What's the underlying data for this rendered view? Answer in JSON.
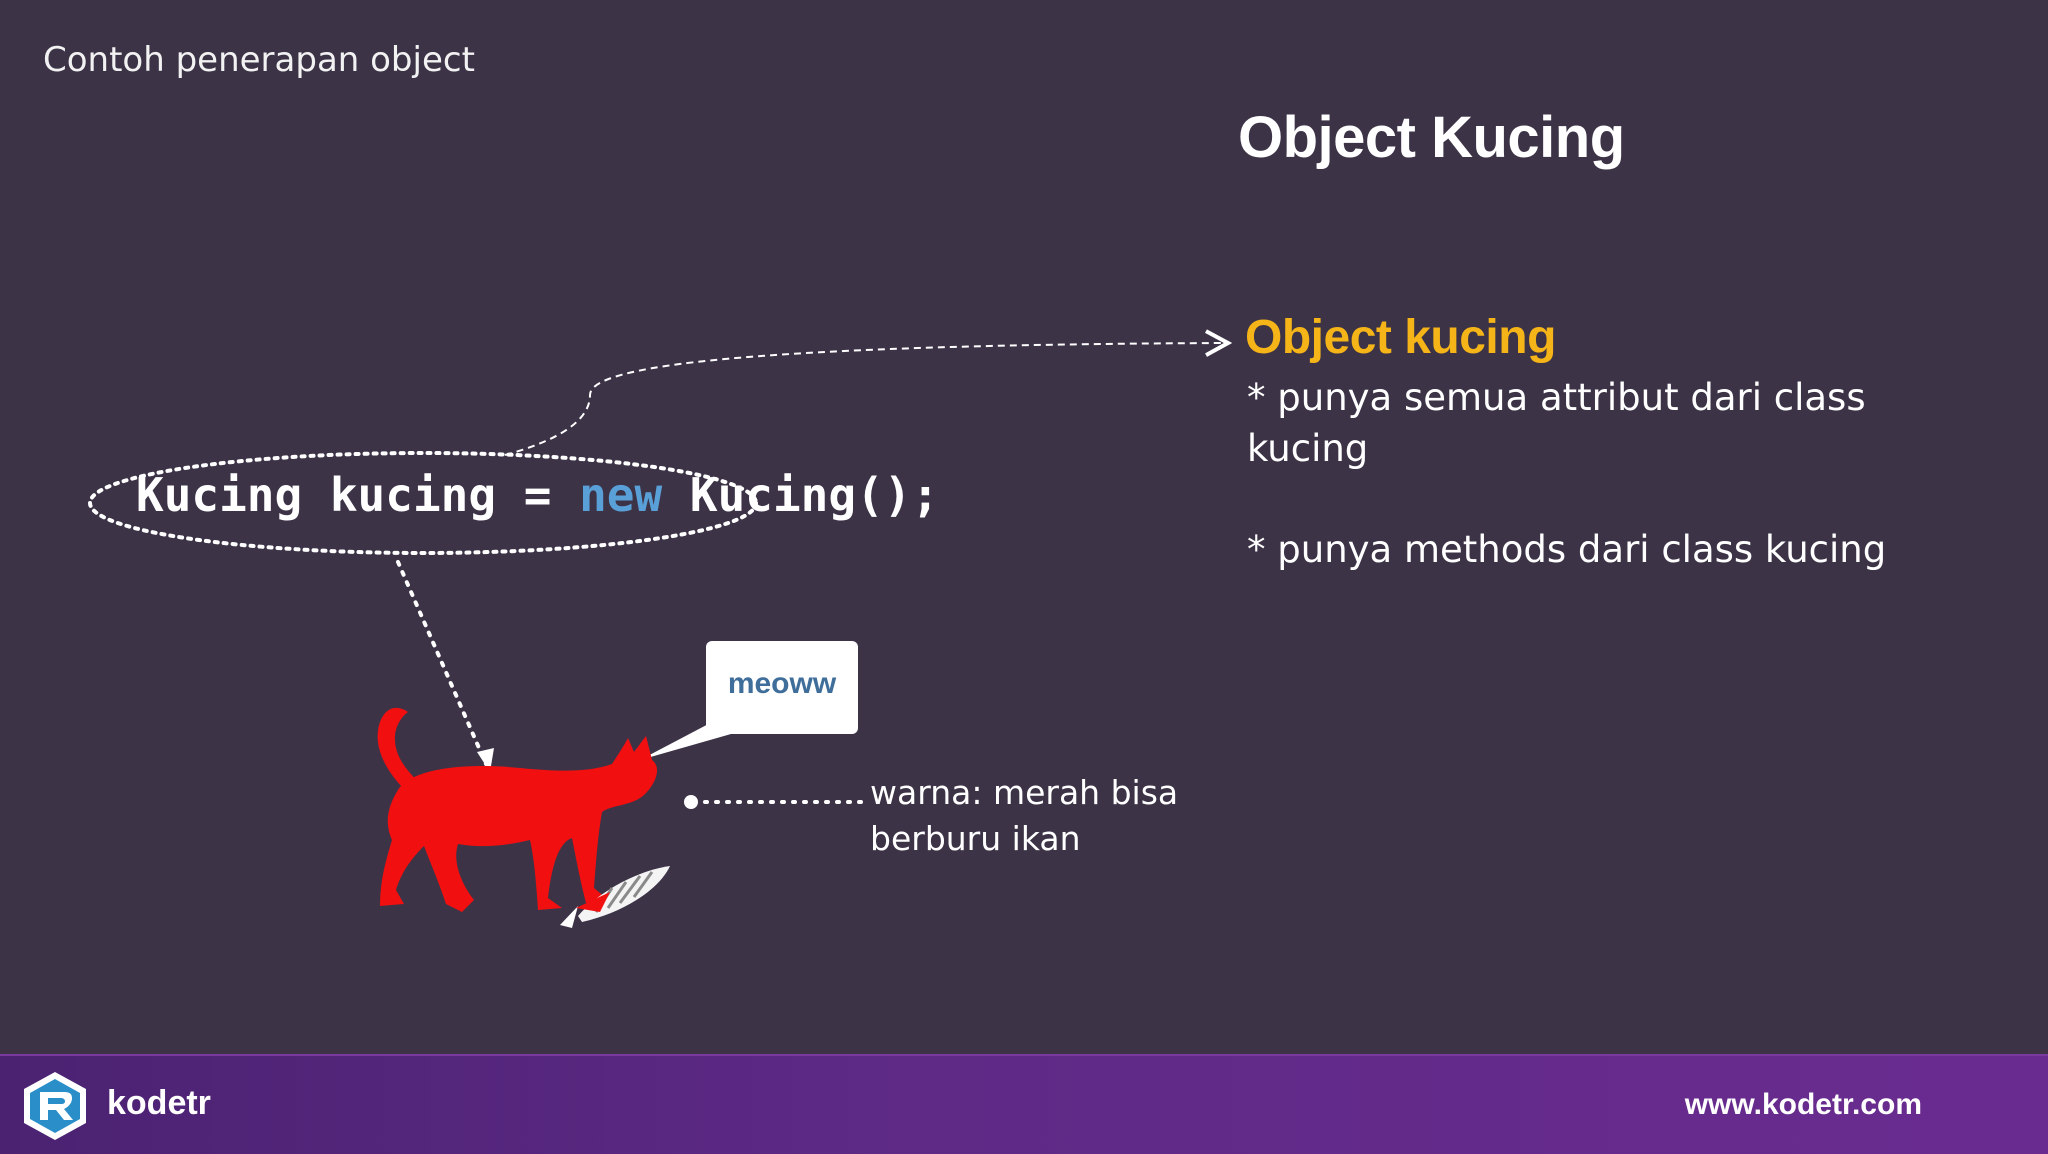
{
  "slide": {
    "subtitle": "Contoh penerapan object",
    "title": "Object Kucing",
    "object_heading": "Object kucing",
    "bullets": [
      "* punya semua attribut dari class kucing",
      "* punya methods dari class kucing"
    ],
    "code": {
      "part1": "Kucing kucing = ",
      "keyword": "new",
      "part2": " Kucing();"
    },
    "speech": "meoww",
    "description": "warna: merah bisa berburu ikan"
  },
  "footer": {
    "brand": "kodetr",
    "website": "www.kodetr.com"
  },
  "colors": {
    "background": "#3d3347",
    "heading_accent": "#f5b417",
    "keyword": "#5aa0d8",
    "cat": "#f20f0f",
    "footer": "#5e2a86"
  },
  "icons": {
    "logo": "kodetr-hexagon-logo",
    "cat": "red-cat-illustration",
    "fish": "fish-bone-icon"
  }
}
